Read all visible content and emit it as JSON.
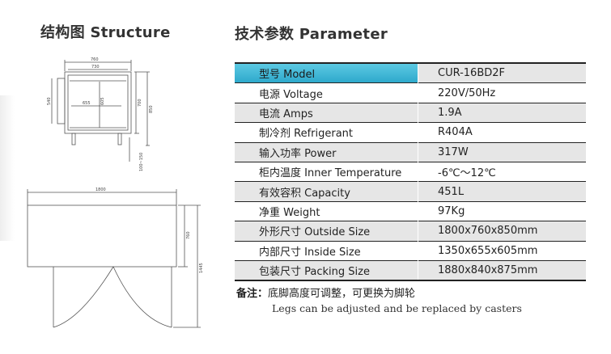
{
  "structure": {
    "heading": "结构图 Structure"
  },
  "drawing": {
    "front": {
      "width_overall": "760",
      "width_inner": "730",
      "height_side": "540",
      "depth_inner": "655",
      "height_inner": "605",
      "height_body": "700",
      "height_total": "850",
      "leg_range": "100~150"
    },
    "top": {
      "width": "1800",
      "depth": "760",
      "depth_open": "1445"
    }
  },
  "parameter": {
    "heading": "技术参数 Parameter",
    "header": {
      "label": "型号 Model",
      "value": "CUR-16BD2F"
    },
    "rows": [
      {
        "label": "电源 Voltage",
        "value": "220V/50Hz"
      },
      {
        "label": "电流 Amps",
        "value": "1.9A"
      },
      {
        "label": "制冷剂 Refrigerant",
        "value": "R404A"
      },
      {
        "label": "输入功率 Power",
        "value": "317W"
      },
      {
        "label": "柜内温度 Inner Temperature",
        "value": "-6℃～12℃"
      },
      {
        "label": "有效容积 Capacity",
        "value": "451L"
      },
      {
        "label": "净重 Weight",
        "value": "97Kg"
      },
      {
        "label": "外形尺寸 Outside Size",
        "value": "1800x760x850mm"
      },
      {
        "label": "内部尺寸 Inside Size",
        "value": "1350x655x605mm"
      },
      {
        "label": "包装尺寸 Packing Size",
        "value": "1880x840x875mm"
      }
    ]
  },
  "note": {
    "label": "备注",
    "colon": "：",
    "cn": "底脚高度可调整，可更换为脚轮",
    "en": "Legs can be adjusted and be replaced by casters"
  }
}
